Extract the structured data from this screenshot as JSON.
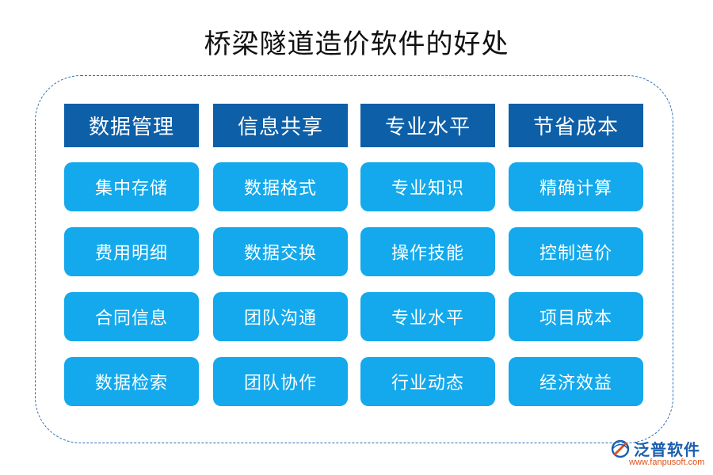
{
  "title": "桥梁隧道造价软件的好处",
  "columns": [
    {
      "header": "数据管理",
      "items": [
        "集中存储",
        "费用明细",
        "合同信息",
        "数据检索"
      ]
    },
    {
      "header": "信息共享",
      "items": [
        "数据格式",
        "数据交换",
        "团队沟通",
        "团队协作"
      ]
    },
    {
      "header": "专业水平",
      "items": [
        "专业知识",
        "操作技能",
        "专业水平",
        "行业动态"
      ]
    },
    {
      "header": "节省成本",
      "items": [
        "精确计算",
        "控制造价",
        "项目成本",
        "经济效益"
      ]
    }
  ],
  "brand": {
    "name": "泛普软件",
    "url": "www.fanpusoft.com"
  },
  "colors": {
    "header": "#0d5fa8",
    "item": "#13a9ec",
    "frame": "#2f6fb3",
    "brand": "#1b5fae",
    "url": "#d9541e"
  }
}
